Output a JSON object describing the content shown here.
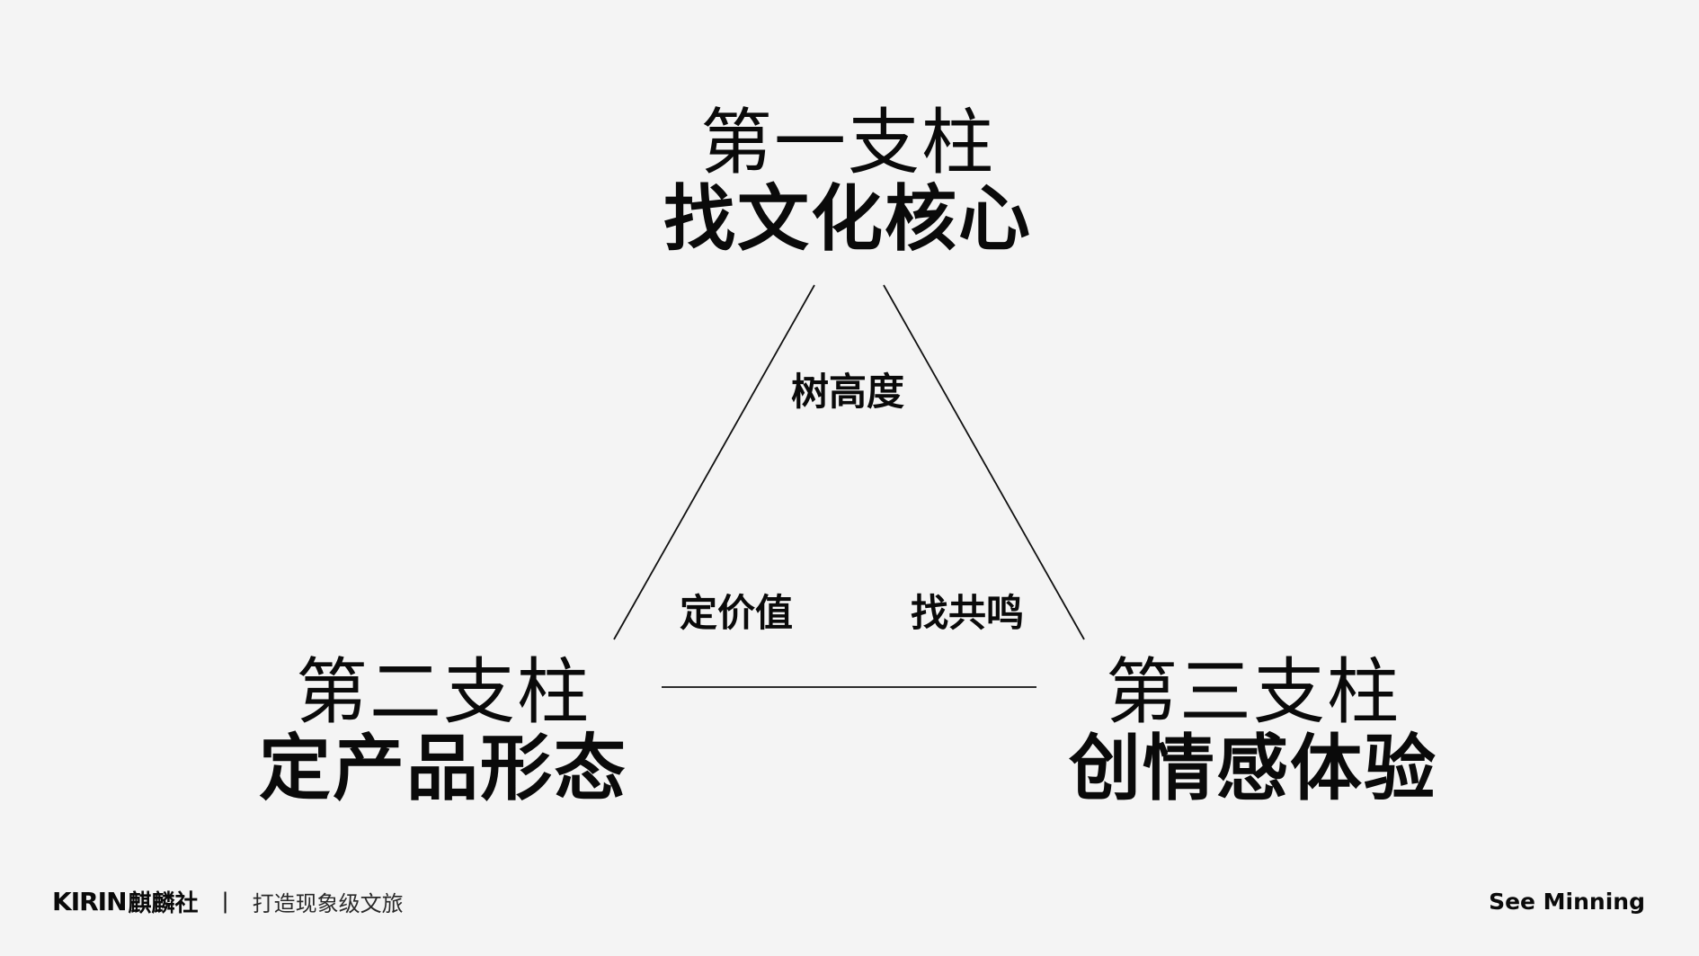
{
  "pillars": {
    "top": {
      "sub": "第一支柱",
      "main": "找文化核心"
    },
    "left": {
      "sub": "第二支柱",
      "main": "定产品形态"
    },
    "right": {
      "sub": "第三支柱",
      "main": "创情感体验"
    }
  },
  "inner_labels": {
    "top": "树高度",
    "left": "定价值",
    "right": "找共鸣"
  },
  "footer": {
    "brand_latin": "KIRIN",
    "brand_cn": "麒麟社",
    "separator": "|",
    "tagline": "打造现象级文旅",
    "author": "See Minning"
  },
  "colors": {
    "background": "#f4f4f4",
    "text": "#0a0a0a",
    "line": "#111111"
  }
}
